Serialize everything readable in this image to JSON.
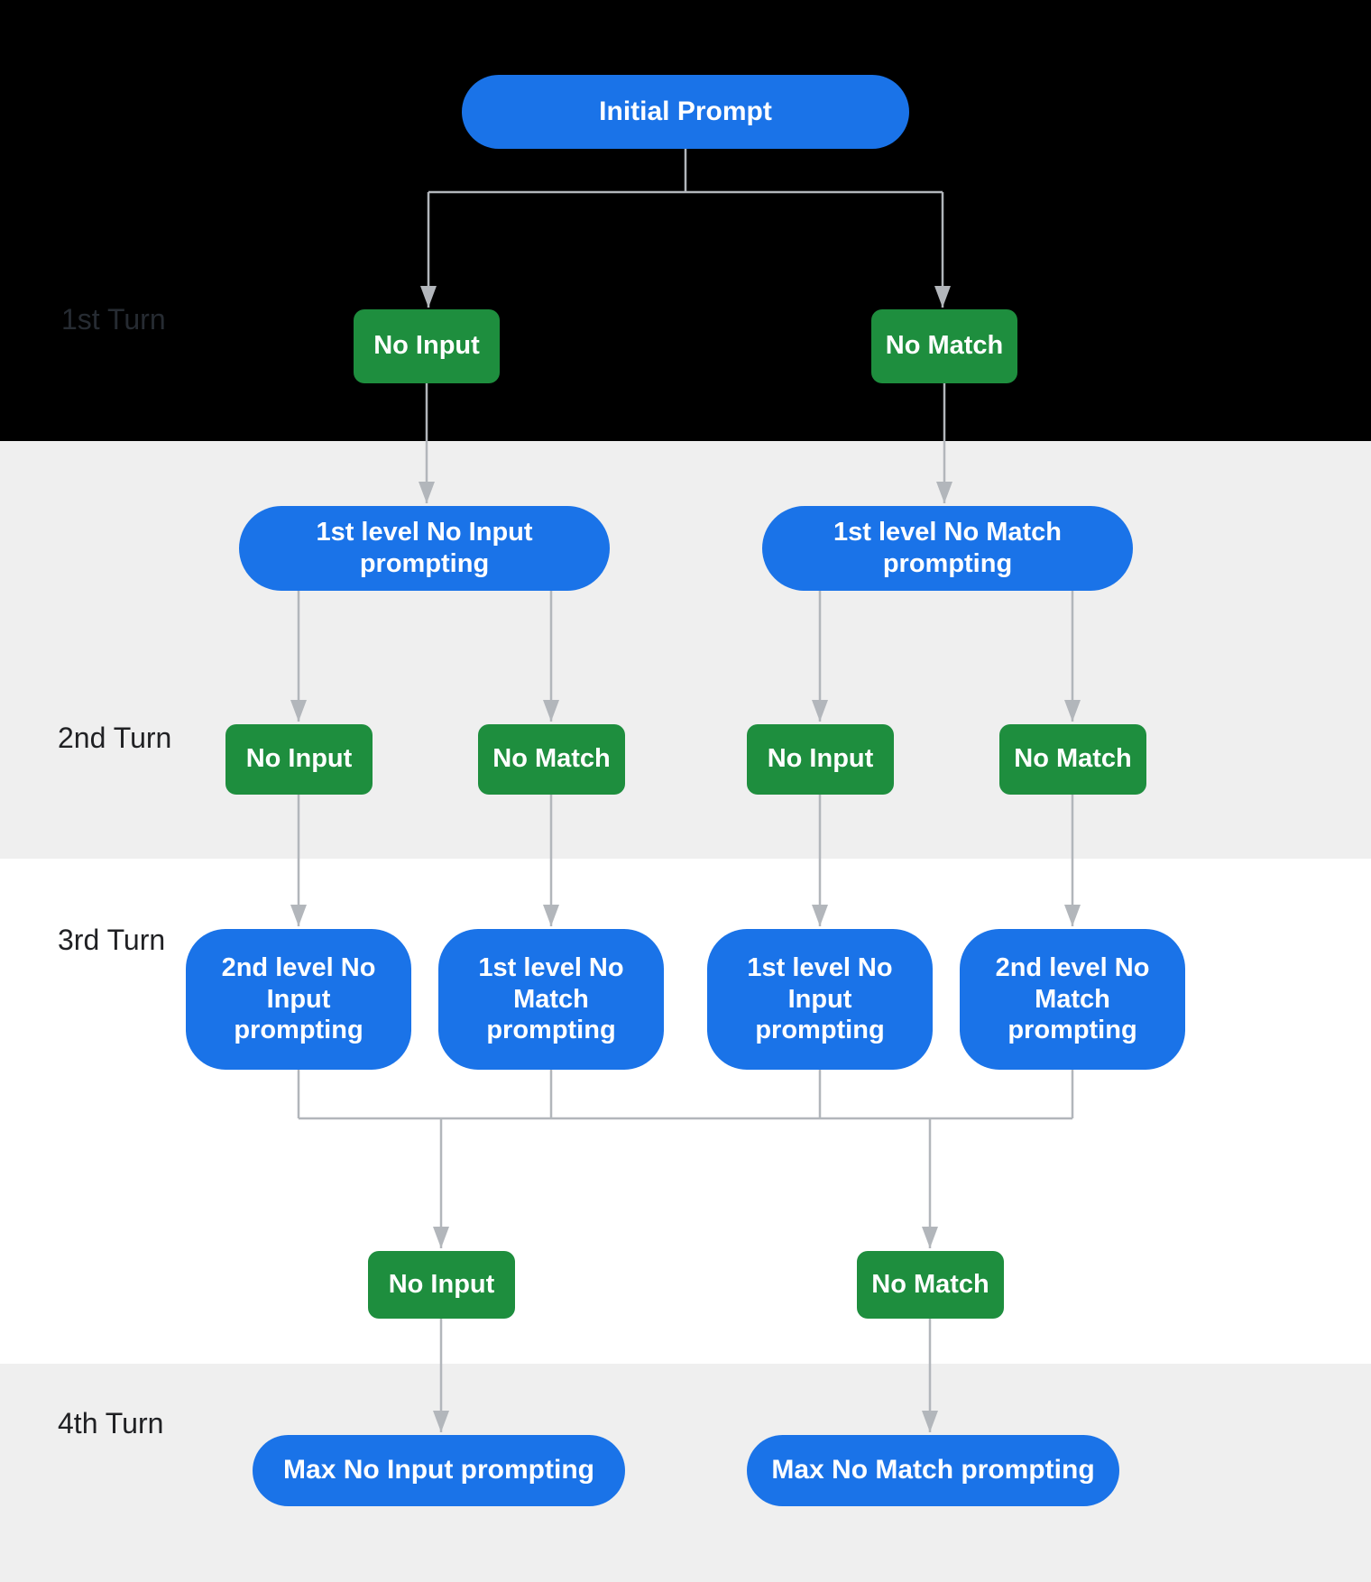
{
  "colors": {
    "node_blue": "#1a73e8",
    "node_green": "#1e8e3e",
    "band_black": "#000000",
    "band_gray": "#efefef",
    "band_white": "#ffffff",
    "connector_gray": "#b2b6bb",
    "turn_label_dark": "#202124",
    "turn1_label": "#262b32"
  },
  "turns": [
    {
      "label": "1st Turn"
    },
    {
      "label": "2nd Turn"
    },
    {
      "label": "3rd Turn"
    },
    {
      "label": "4th Turn"
    }
  ],
  "nodes": {
    "initial_prompt": {
      "label": "Initial Prompt"
    },
    "turn1_no_input": {
      "label": "No Input"
    },
    "turn1_no_match": {
      "label": "No Match"
    },
    "level1_no_input_prompting": {
      "label": "1st level No Input prompting"
    },
    "level1_no_match_prompting": {
      "label": "1st level No Match prompting"
    },
    "turn2_no_input_left": {
      "label": "No Input"
    },
    "turn2_no_match_left": {
      "label": "No Match"
    },
    "turn2_no_input_right": {
      "label": "No Input"
    },
    "turn2_no_match_right": {
      "label": "No Match"
    },
    "level2_no_input_prompting": {
      "label": "2nd level No Input prompting"
    },
    "level1_no_match_prompting2": {
      "label": "1st level No Match prompting"
    },
    "level1_no_input_prompting2": {
      "label": "1st level No Input prompting"
    },
    "level2_no_match_prompting": {
      "label": "2nd level No Match prompting"
    },
    "turn3_no_input": {
      "label": "No Input"
    },
    "turn3_no_match": {
      "label": "No Match"
    },
    "max_no_input_prompting": {
      "label": "Max No Input prompting"
    },
    "max_no_match_prompting": {
      "label": "Max No Match prompting"
    }
  }
}
